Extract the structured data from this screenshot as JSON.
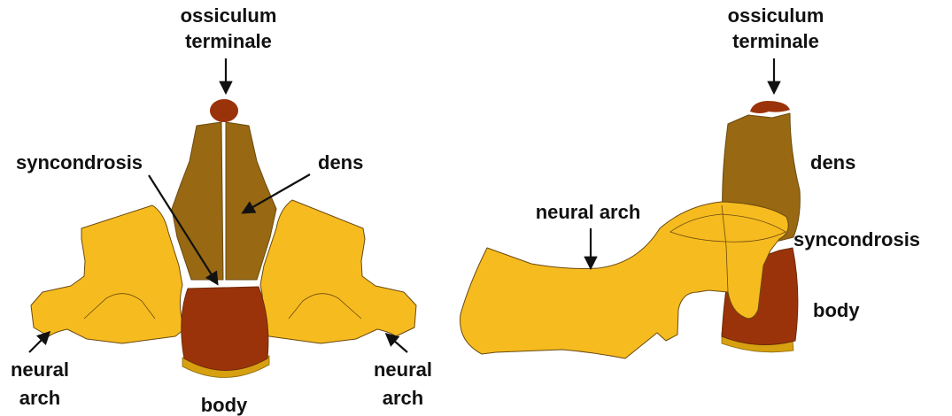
{
  "colors": {
    "neural_arch": "#f6bb1f",
    "dens": "#986812",
    "body": "#9b330a",
    "ossiculum": "#9b330a",
    "endplate": "#d6a010",
    "outline": "#6b4a10",
    "arrow": "#111111"
  },
  "left_view": {
    "ossiculum_label_line1": "ossiculum",
    "ossiculum_label_line2": "terminale",
    "syncondrosis_label": "syncondrosis",
    "dens_label": "dens",
    "neural_arch_left_line1": "neural",
    "neural_arch_left_line2": "arch",
    "neural_arch_right_line1": "neural",
    "neural_arch_right_line2": "arch",
    "body_label": "body"
  },
  "right_view": {
    "ossiculum_label_line1": "ossiculum",
    "ossiculum_label_line2": "terminale",
    "dens_label": "dens",
    "neural_arch_label": "neural arch",
    "syncondrosis_label": "syncondrosis",
    "body_label": "body"
  }
}
